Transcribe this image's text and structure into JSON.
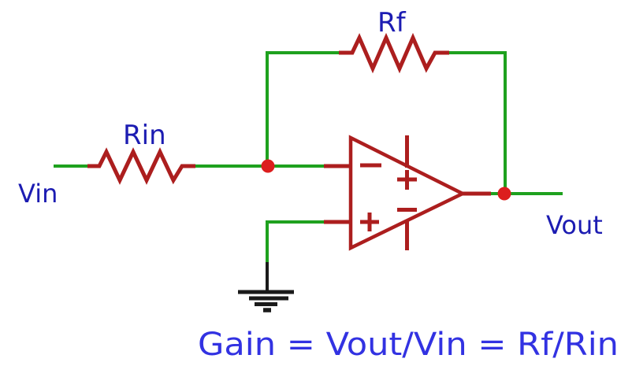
{
  "diagram_type": "inverting-op-amp-circuit-schematic",
  "labels": {
    "vin": "Vin",
    "rin": "Rin",
    "rf": "Rf",
    "vout": "Vout"
  },
  "formula": "Gain = Vout/Vin = Rf/Rin",
  "components": [
    {
      "name": "input-resistor",
      "label": "Rin"
    },
    {
      "name": "feedback-resistor",
      "label": "Rf"
    },
    {
      "name": "op-amp",
      "marks": [
        "-",
        "+",
        "+",
        "-"
      ]
    },
    {
      "name": "ground-symbol"
    },
    {
      "name": "input-junction"
    },
    {
      "name": "output-junction"
    }
  ],
  "colors": {
    "background": "#ffffff",
    "wire_green": "#1ea11e",
    "component_red": "#ac1e1e",
    "junction_red": "#dc1e1e",
    "ground_black": "#1a1a1a",
    "label_blue": "#1c1cb2",
    "formula_blue": "#3232e2"
  }
}
